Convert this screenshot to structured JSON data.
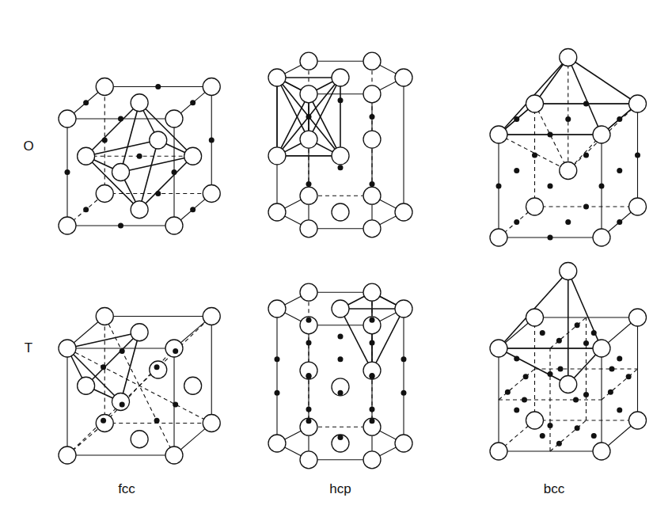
{
  "diagram": {
    "labels": [
      "O",
      "T",
      "fcc",
      "hcp",
      "bcc"
    ]
  }
}
